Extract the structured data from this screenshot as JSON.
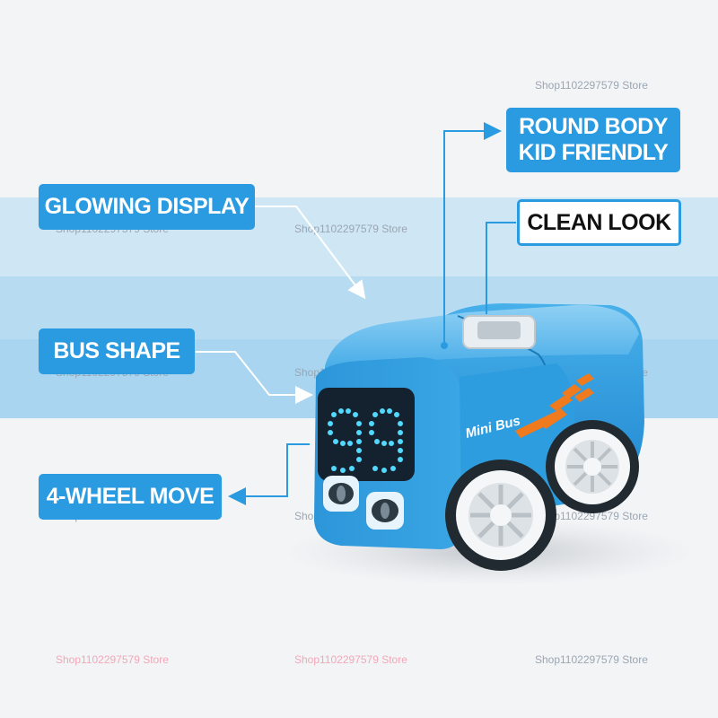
{
  "watermark_text": "Shop1102297579 Store",
  "labels": {
    "glowing_display": "GLOWING DISPLAY",
    "round_body_line1": "ROUND BODY",
    "round_body_line2": "KID FRIENDLY",
    "clean_look": "CLEAN LOOK",
    "bus_shape": "BUS SHAPE",
    "four_wheel_move": "4-WHEEL MOVE"
  },
  "product": {
    "decal_text": "Mini Bus",
    "display_text": "99"
  },
  "colors": {
    "accent_blue": "#2a9be0",
    "body_blue": "#3aa6e4",
    "decal_orange": "#f07a1e",
    "led_cyan": "#52d9ff"
  }
}
